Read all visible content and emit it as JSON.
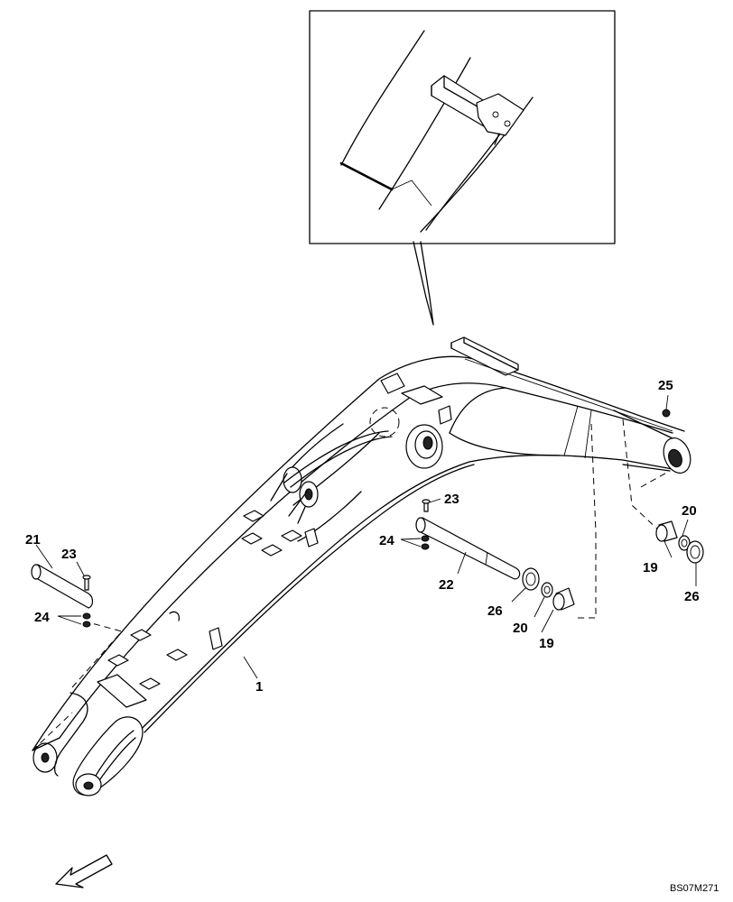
{
  "drawing_code": "BS07M271",
  "callouts": {
    "c1": "1",
    "c19a": "19",
    "c19b": "19",
    "c20a": "20",
    "c20b": "20",
    "c21": "21",
    "c22": "22",
    "c23a": "23",
    "c23b": "23",
    "c24a": "24",
    "c24b": "24",
    "c25": "25",
    "c26a": "26",
    "c26b": "26"
  },
  "icons": {
    "direction": "front-direction-arrow-icon"
  }
}
